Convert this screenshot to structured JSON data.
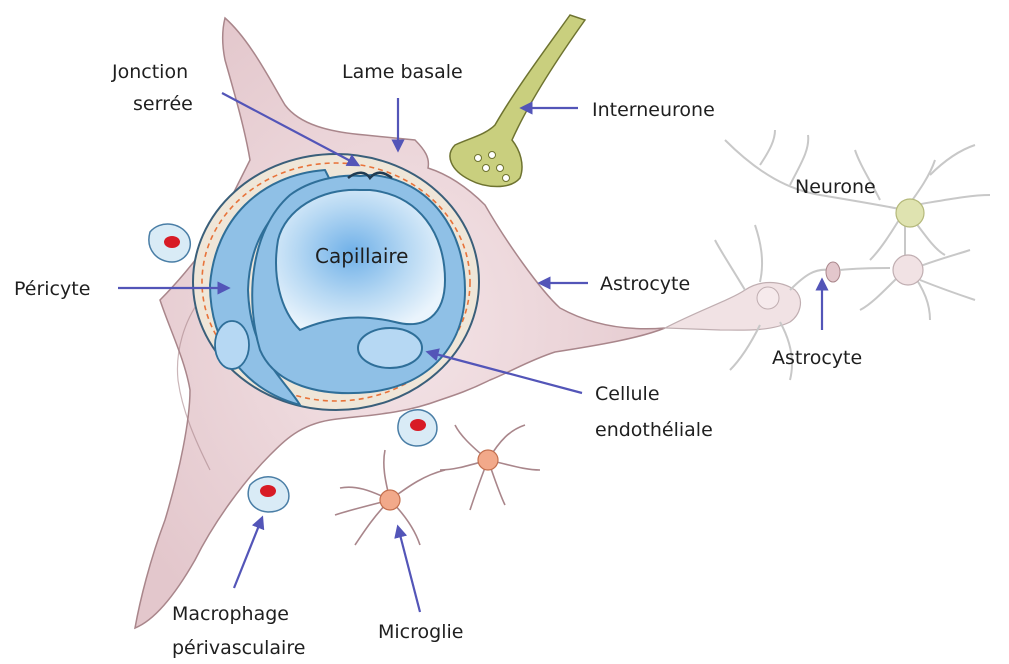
{
  "labels": {
    "jonction_line1": "Jonction",
    "jonction_line2": "serrée",
    "lame_basale": "Lame basale",
    "interneurone": "Interneurone",
    "neurone": "Neurone",
    "capillaire": "Capillaire",
    "pericyte": "Péricyte",
    "astrocyte_main": "Astrocyte",
    "astrocyte_second": "Astrocyte",
    "cellule_line1": "Cellule",
    "cellule_line2": "endothéliale",
    "macrophage_line1": "Macrophage",
    "macrophage_line2": "périvasculaire",
    "microglie": "Microglie"
  },
  "colors": {
    "astrocyte_body": "#e8cfd3",
    "astrocyte_outline": "#a9868b",
    "basal_lamina": "#efe6d8",
    "dash": "#e8733a",
    "endothelium": "#8fc0e6",
    "endothelium_outline": "#2f6f99",
    "lumen": "#eaf4fc",
    "interneurone": "#c9cf7e",
    "microglia": "#f2a98a",
    "macrophage": "#d9ebf6",
    "macrophage_nucleus": "#d81b25",
    "arrow": "#5355b8",
    "neuron_gray": "#c8c8c8"
  }
}
